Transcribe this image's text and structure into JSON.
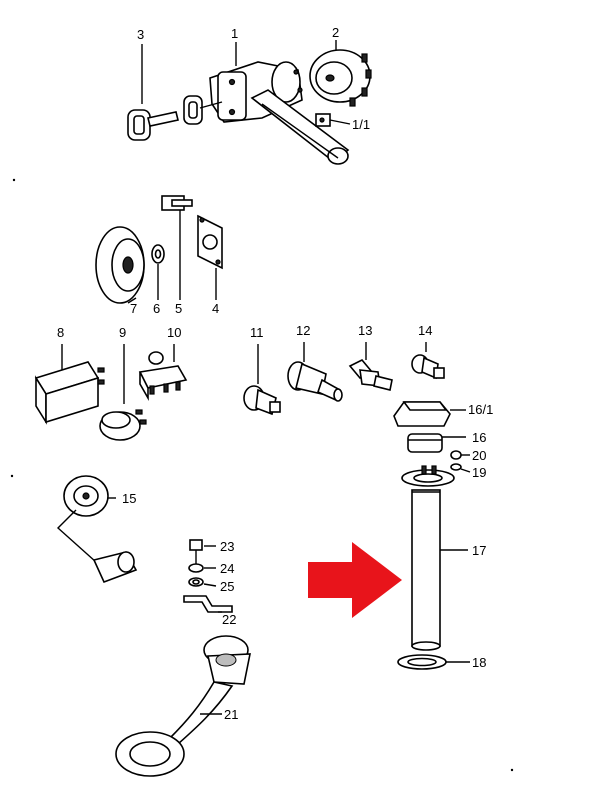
{
  "labels": {
    "l1": "1",
    "l1_1": "1/1",
    "l2": "2",
    "l3": "3",
    "l4": "4",
    "l5": "5",
    "l6": "6",
    "l7": "7",
    "l8": "8",
    "l9": "9",
    "l10": "10",
    "l11": "11",
    "l12": "12",
    "l13": "13",
    "l14": "14",
    "l15": "15",
    "l16": "16",
    "l16_1": "16/1",
    "l17": "17",
    "l18": "18",
    "l19": "19",
    "l20": "20",
    "l21": "21",
    "l22": "22",
    "l23": "23",
    "l24": "24",
    "l25": "25"
  },
  "colors": {
    "highlight_arrow": "#e8141b",
    "ink": "#000000"
  }
}
